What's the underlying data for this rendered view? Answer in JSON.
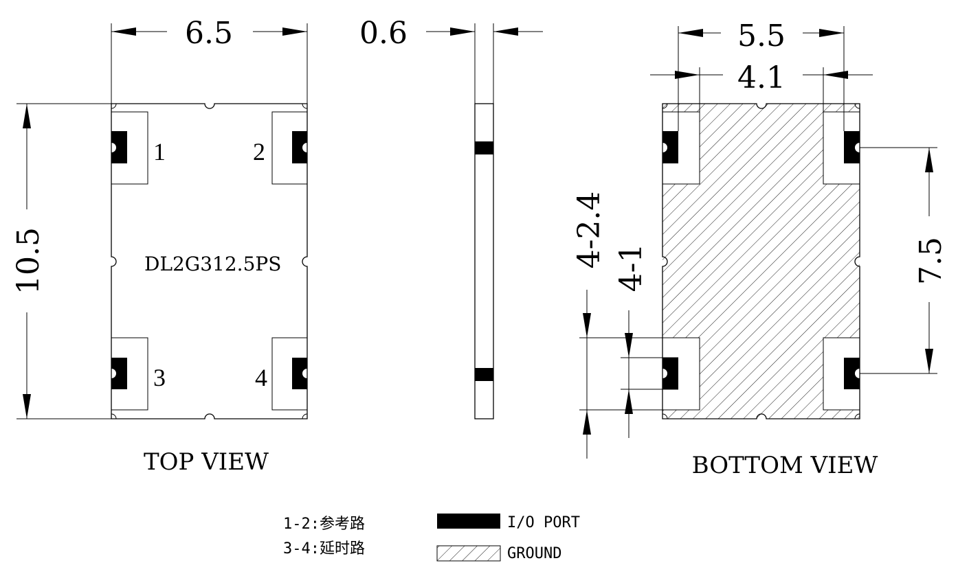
{
  "top_view": {
    "width_dim": "6.5",
    "height_dim": "10.5",
    "part_number": "DL2G312.5PS",
    "pins": [
      "1",
      "2",
      "3",
      "4"
    ],
    "caption": "TOP VIEW"
  },
  "side_view": {
    "thickness_dim": "0.6"
  },
  "bottom_view": {
    "outer_width_dim": "5.5",
    "inner_width_dim": "4.1",
    "pad_pitch_dim": "7.5",
    "pad_length_dim": "4-2.4",
    "pad_width_dim": "4-1",
    "caption": "BOTTOM VIEW"
  },
  "legend": {
    "pin_notes": [
      "1-2:参考路",
      "3-4:延时路"
    ],
    "io_port_label": "I/O PORT",
    "ground_label": "GROUND"
  }
}
